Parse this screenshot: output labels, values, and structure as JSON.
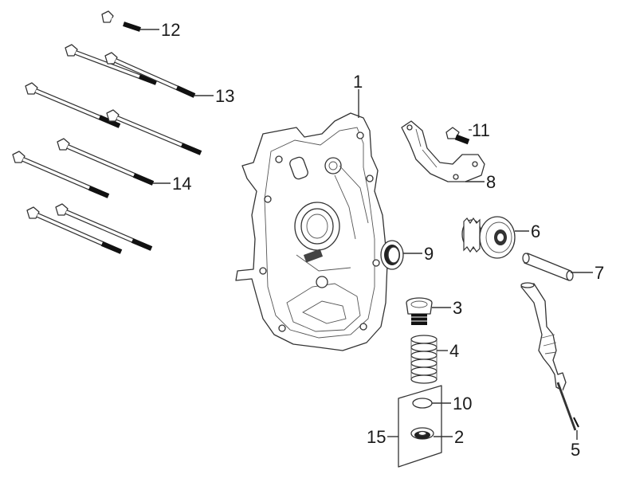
{
  "callouts": [
    {
      "id": "1",
      "text": "1"
    },
    {
      "id": "2",
      "text": "2"
    },
    {
      "id": "3",
      "text": "3"
    },
    {
      "id": "4",
      "text": "4"
    },
    {
      "id": "5",
      "text": "5"
    },
    {
      "id": "6",
      "text": "6"
    },
    {
      "id": "7",
      "text": "7"
    },
    {
      "id": "8",
      "text": "8"
    },
    {
      "id": "9",
      "text": "9"
    },
    {
      "id": "10",
      "text": "10"
    },
    {
      "id": "11",
      "text": "11"
    },
    {
      "id": "12",
      "text": "12"
    },
    {
      "id": "13",
      "text": "13"
    },
    {
      "id": "14",
      "text": "14"
    },
    {
      "id": "15",
      "text": "15"
    }
  ]
}
